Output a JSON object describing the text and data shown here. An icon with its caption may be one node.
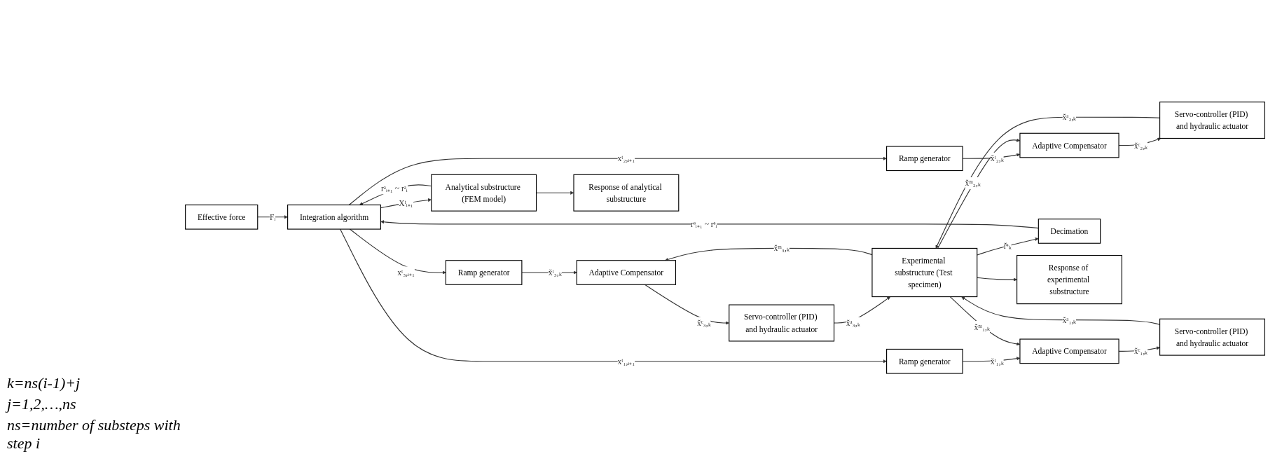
{
  "diagram": {
    "nodes": [
      {
        "text": [
          "Effective force"
        ]
      },
      {
        "text": [
          "Integration algorithm"
        ]
      },
      {
        "text": [
          "Ramp generator"
        ]
      },
      {
        "text": [
          "Ramp generator"
        ]
      },
      {
        "text": [
          "Ramp generator"
        ]
      },
      {
        "text": [
          "Adaptive Compensator"
        ]
      },
      {
        "text": [
          "Adaptive Compensator"
        ]
      },
      {
        "text": [
          "Adaptive Compensator"
        ]
      },
      {
        "text": [
          "Servo-controller (PID) and hydraulic actuator"
        ]
      },
      {
        "text": [
          "Servo-controller (PID) and hydraulic actuator"
        ]
      },
      {
        "text": [
          "Servo-controller (PID) and hydraulic actuator"
        ]
      },
      {
        "text": [
          "Analytical substructure (FEM model)"
        ]
      },
      {
        "text": [
          "Response of analytical substructure"
        ]
      },
      {
        "text": [
          "Experimental substructure (Test specimen)"
        ]
      },
      {
        "text": [
          "Decimation"
        ]
      },
      {
        "text": [
          "Response of experimental substructure"
        ]
      }
    ],
    "edges": [
      {
        "from": 0,
        "to": 1,
        "arrow": "to",
        "label": "Fᵢ"
      },
      {
        "from": 14,
        "to": 1,
        "arrow": "to",
        "label": "rᵉᵢ₊₁ ~ rᵉᵢ"
      },
      {
        "from": 11,
        "to": 1,
        "arrow": "to",
        "label": "rᵃᵢ₊₁ ~ rᵃᵢ"
      },
      {
        "from": 1,
        "to": 2,
        "arrow": "to",
        "label": "xᵗ₃,ᵢ₊₁"
      },
      {
        "from": 1,
        "to": 3,
        "arrow": "to",
        "label": "xᵗ₂,ᵢ₊₁"
      },
      {
        "from": 1,
        "to": 4,
        "arrow": "to",
        "label": "xᵗ₁,ᵢ₊₁"
      },
      {
        "from": 1,
        "to": 11,
        "arrow": "to",
        "label": "Xᵗᵢ₊₁"
      },
      {
        "from": 2,
        "to": 5,
        "arrow": "to",
        "label": "x̆ᵗ₃,ₖ"
      },
      {
        "from": 3,
        "to": 6,
        "arrow": "to",
        "label": "x̆ᵗ₂,ₖ"
      },
      {
        "from": 4,
        "to": 7,
        "arrow": "to",
        "label": "x̆ᵗ₁,ₖ"
      },
      {
        "from": 5,
        "to": 8,
        "arrow": "to",
        "label": "x̆ᶜ₃,ₖ"
      },
      {
        "from": 6,
        "to": 9,
        "arrow": "to",
        "label": "x̆ᶜ₂,ₖ"
      },
      {
        "from": 7,
        "to": 10,
        "arrow": "to",
        "label": "x̆ᶜ₁,ₖ"
      },
      {
        "from": 8,
        "to": 13,
        "arrow": "to",
        "label": "x̆ᵃ₃,ₖ"
      },
      {
        "from": 9,
        "to": 13,
        "arrow": "to",
        "label": "x̆ᵃ₂,ₖ"
      },
      {
        "from": 10,
        "to": 13,
        "arrow": "to",
        "label": "x̆ᵃ₁,ₖ"
      },
      {
        "from": 13,
        "to": 7,
        "arrow": "to",
        "label": "x̆ᵐ₁,ₖ"
      },
      {
        "from": 13,
        "to": 6,
        "arrow": "to",
        "label": "x̆ᵐ₂,ₖ"
      },
      {
        "from": 13,
        "to": 5,
        "arrow": "to",
        "label": "x̆ᵐ₃,ₖ"
      },
      {
        "from": 13,
        "to": 14,
        "arrow": "to",
        "label": "r̆ᵉₖ"
      },
      {
        "from": 11,
        "to": 12,
        "arrow": "to"
      },
      {
        "from": 13,
        "to": 15,
        "arrow": "to"
      }
    ],
    "labels": [
      "k=ns(i-1)+j",
      "j=1,2,…,ns",
      "ns=number of substeps with step i"
    ]
  }
}
